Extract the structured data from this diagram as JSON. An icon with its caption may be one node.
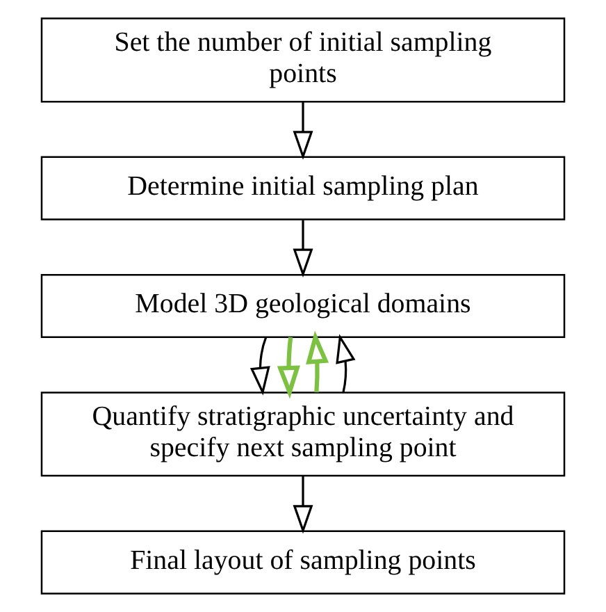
{
  "diagram": {
    "nodes": [
      {
        "text": [
          "Set the number of initial sampling points"
        ]
      },
      {
        "text": [
          "Determine initial sampling plan"
        ]
      },
      {
        "text": [
          "Model 3D geological domains"
        ]
      },
      {
        "text": [
          "Quantify stratigraphic uncertainty and specify next sampling point"
        ]
      },
      {
        "text": [
          "Final layout of sampling points"
        ]
      }
    ],
    "edges": [
      {
        "from": 0,
        "to": 1,
        "arrow": "to"
      },
      {
        "from": 1,
        "to": 2,
        "arrow": "to"
      },
      {
        "from": 2,
        "to": 3,
        "arrow": "to"
      },
      {
        "from": 2,
        "to": 3,
        "arrow": "to",
        "color": "#7dc142"
      },
      {
        "from": 3,
        "to": 2,
        "arrow": "to",
        "color": "#7dc142"
      },
      {
        "from": 3,
        "to": 2,
        "arrow": "to"
      },
      {
        "from": 3,
        "to": 4,
        "arrow": "to"
      }
    ]
  }
}
